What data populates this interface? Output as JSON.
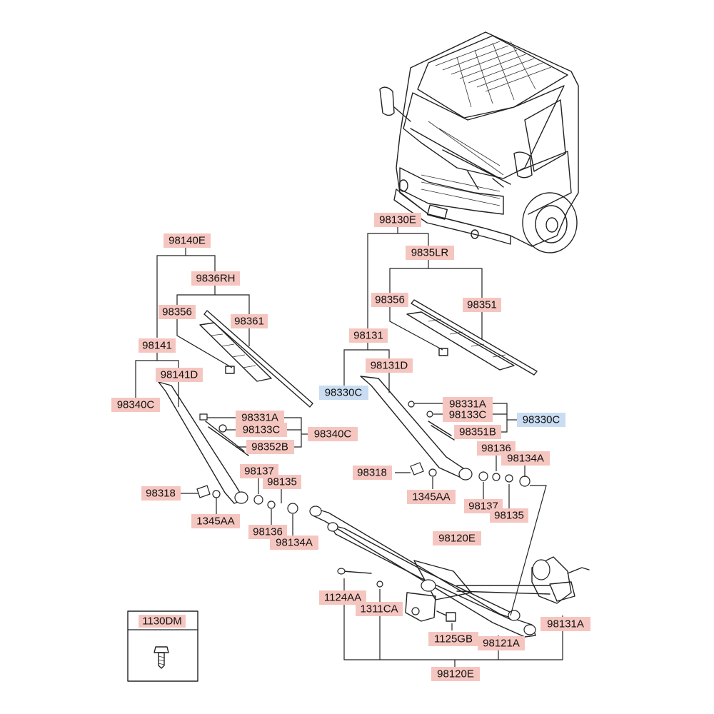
{
  "colors": {
    "label_fill": "#f5c6c0",
    "label_fill_blue": "#c9dcf2",
    "line": "#222222"
  },
  "labels": {
    "98140E": "98140E",
    "9836RH": "9836RH",
    "98356_l": "98356",
    "98361": "98361",
    "98141": "98141",
    "98141D": "98141D",
    "98340C_l": "98340C",
    "98331A_l": "98331A",
    "98133C_l": "98133C",
    "98340C_r": "98340C",
    "98352B": "98352B",
    "98137_l": "98137",
    "98135_l": "98135",
    "98318_l": "98318",
    "1345AA_l": "1345AA",
    "98136_l": "98136",
    "98134A_l": "98134A",
    "98130E": "98130E",
    "9835LR": "9835LR",
    "98356_r": "98356",
    "98351": "98351",
    "98131": "98131",
    "98131D": "98131D",
    "98330C_l": "98330C",
    "98331A_r": "98331A",
    "98133C_r": "98133C",
    "98330C_r": "98330C",
    "98351B": "98351B",
    "98136_r": "98136",
    "98134A_r": "98134A",
    "98318_r": "98318",
    "1345AA_r": "1345AA",
    "98137_r": "98137",
    "98135_r": "98135",
    "98120E_top": "98120E",
    "1124AA": "1124AA",
    "1311CA": "1311CA",
    "1125GB": "1125GB",
    "98121A": "98121A",
    "98131A": "98131A",
    "98120E_bottom": "98120E",
    "1130DM": "1130DM"
  },
  "icons": {
    "truck": "truck-cab-icon",
    "bolt": "bolt-icon"
  }
}
